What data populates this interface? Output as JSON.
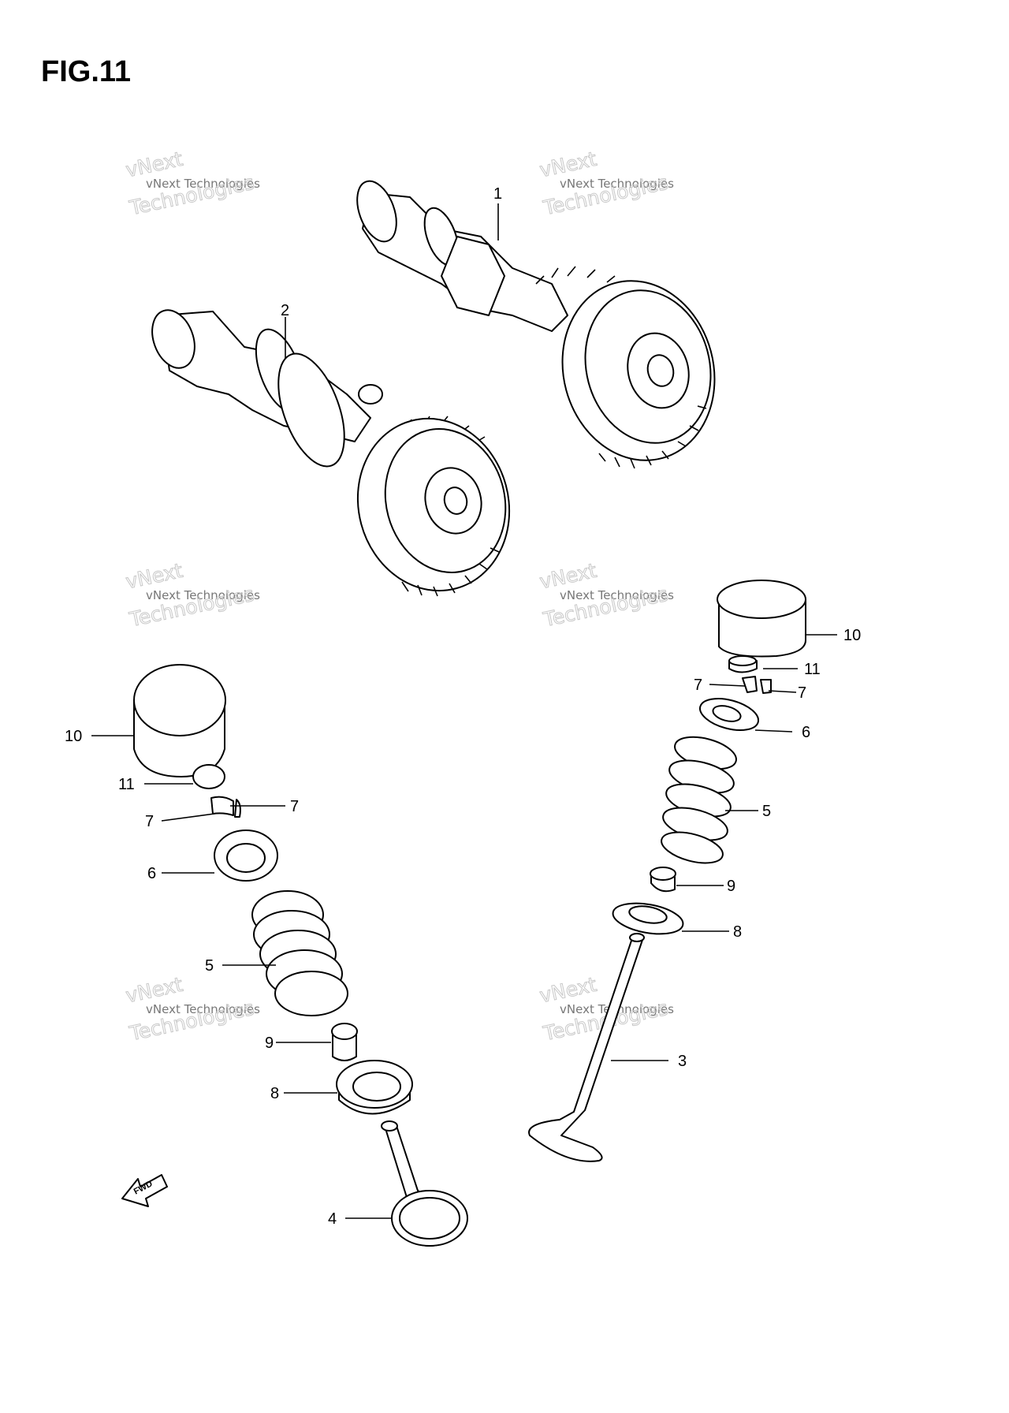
{
  "figure": {
    "title": "FIG.11"
  },
  "watermark": {
    "line1": "vNext Technologies",
    "line2": "vNext",
    "line3": "Technologies"
  },
  "fwd_label": "FWD",
  "callouts": {
    "c1": "1",
    "c2": "2",
    "c3": "3",
    "c4": "4",
    "c5a": "5",
    "c5b": "5",
    "c6a": "6",
    "c6b": "6",
    "c7a": "7",
    "c7b": "7",
    "c7c": "7",
    "c7d": "7",
    "c8a": "8",
    "c8b": "8",
    "c9a": "9",
    "c9b": "9",
    "c10a": "10",
    "c10b": "10",
    "c11a": "11",
    "c11b": "11"
  }
}
